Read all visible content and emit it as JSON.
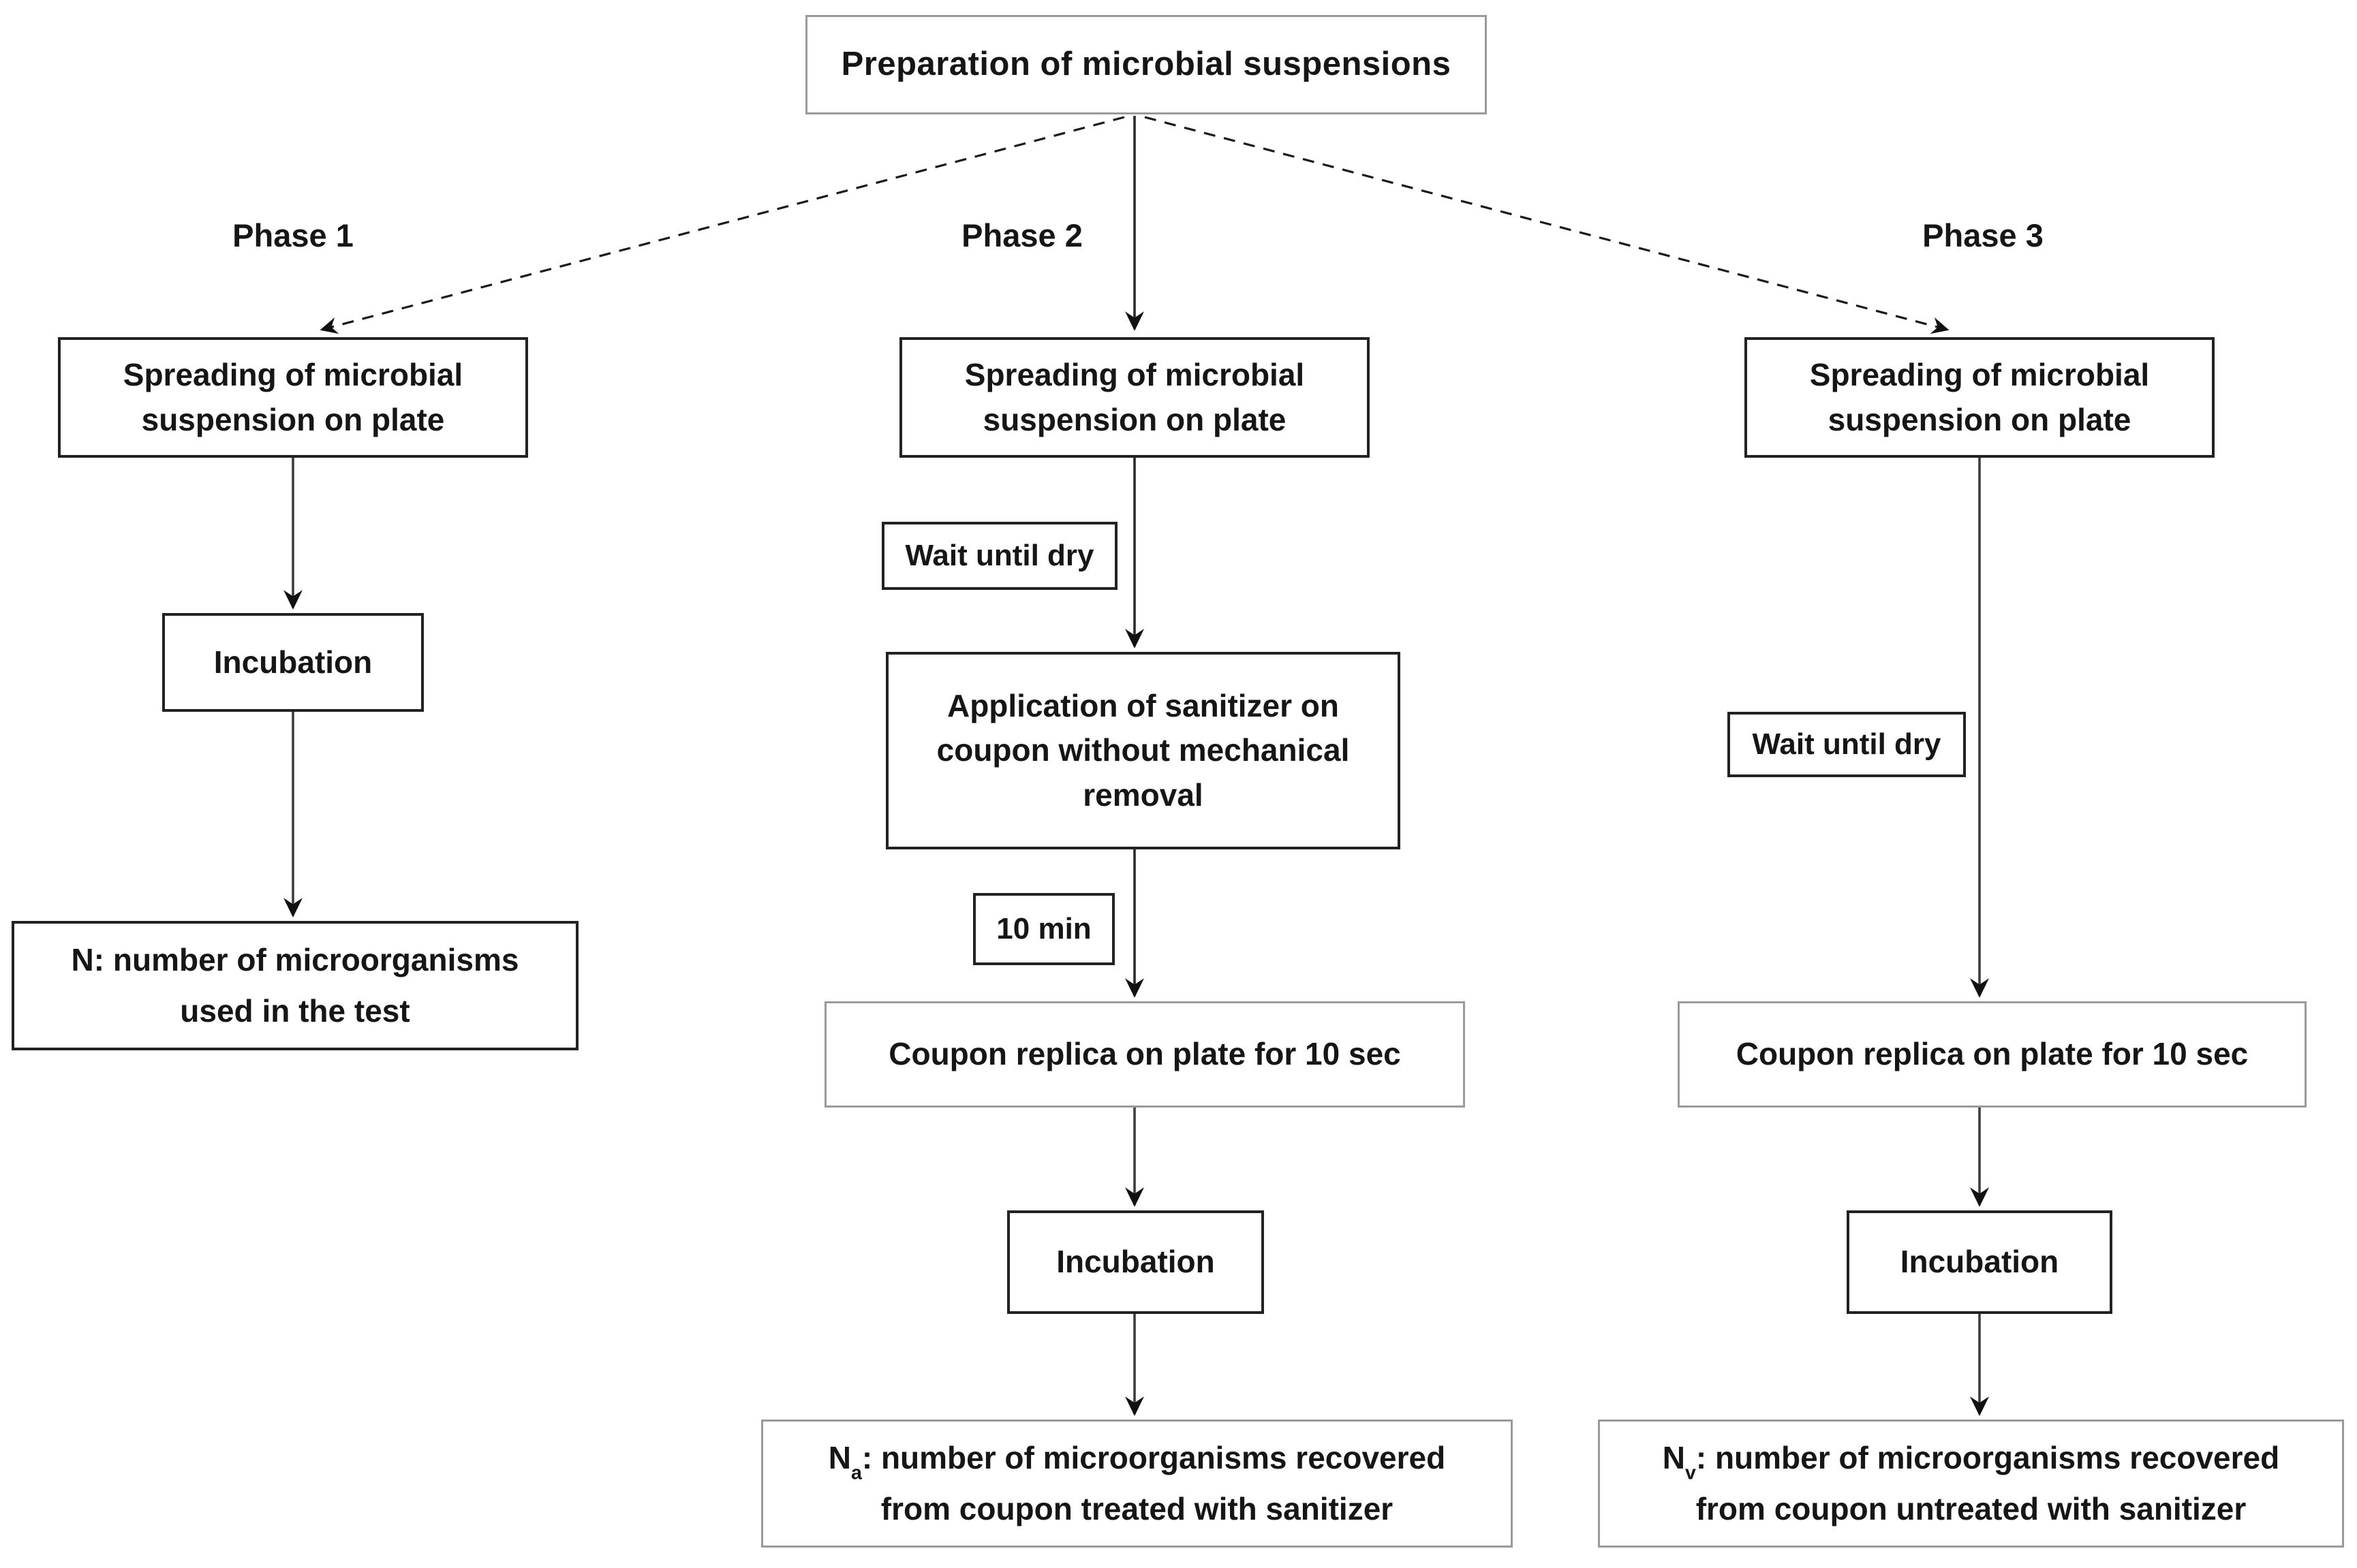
{
  "title": "Preparation of microbial suspensions",
  "colors": {
    "background": "#ffffff",
    "box_border_dark": "#222222",
    "box_border_light": "#9a9a9a",
    "connector_line": "#3d3d3d",
    "arrowhead": "#111111",
    "text": "#161616"
  },
  "phase1": {
    "label": "Phase 1",
    "spread": "Spreading of microbial suspension on plate",
    "incubation": "Incubation",
    "result": {
      "prefix": "N",
      "sub": "",
      "line1_rest": ": number of microorganisms",
      "line2": "used in the test"
    }
  },
  "phase2": {
    "label": "Phase 2",
    "spread": "Spreading of microbial suspension on plate",
    "wait": "Wait until dry",
    "application": "Application of sanitizer on coupon without mechanical removal",
    "delay": "10 min",
    "replica": "Coupon replica on plate for 10 sec",
    "incubation": "Incubation",
    "result": {
      "prefix": "N",
      "sub": "a",
      "line1_rest": ": number of microorganisms recovered",
      "line2": "from coupon treated with sanitizer"
    }
  },
  "phase3": {
    "label": "Phase 3",
    "spread": "Spreading of microbial suspension on plate",
    "wait": "Wait until dry",
    "replica": "Coupon replica on plate for 10 sec",
    "incubation": "Incubation",
    "result": {
      "prefix": "N",
      "sub": "v",
      "line1_rest": ": number of microorganisms recovered",
      "line2": "from coupon untreated with sanitizer"
    }
  }
}
